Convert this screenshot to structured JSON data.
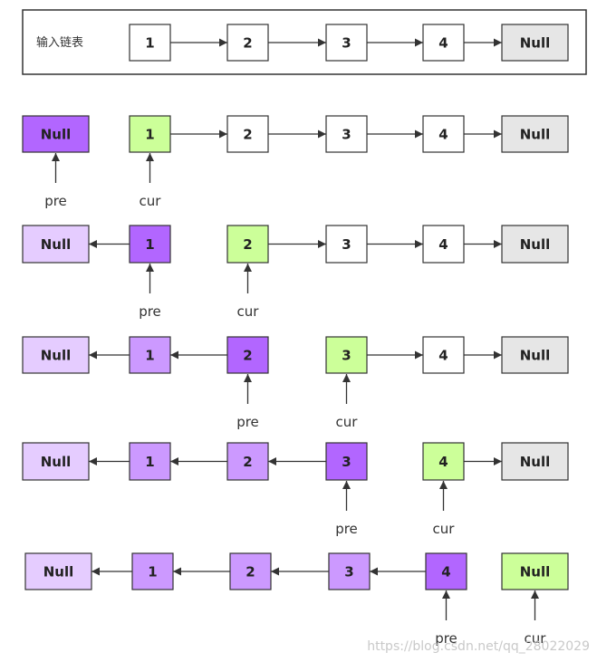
{
  "title": "输入链表",
  "watermark": "https://blog.csdn.net/qq_28022029",
  "colors": {
    "white": "#ffffff",
    "null_gray": "#e6e6e6",
    "cur_green": "#ccff99",
    "pre_purple": "#b266ff",
    "reversed_purple": "#cc99ff",
    "null_lavender": "#e5ccff",
    "stroke": "#333333"
  },
  "rows": [
    {
      "nodes": [
        {
          "label": "1",
          "fill": "white"
        },
        {
          "label": "2",
          "fill": "white"
        },
        {
          "label": "3",
          "fill": "white"
        },
        {
          "label": "4",
          "fill": "white"
        },
        {
          "label": "Null",
          "fill": "null_gray"
        }
      ],
      "arrows": [
        "right",
        "right",
        "right",
        "right"
      ],
      "pointers": []
    },
    {
      "nodes": [
        {
          "label": "Null",
          "fill": "pre_purple"
        },
        {
          "label": "1",
          "fill": "cur_green"
        },
        {
          "label": "2",
          "fill": "white"
        },
        {
          "label": "3",
          "fill": "white"
        },
        {
          "label": "4",
          "fill": "white"
        },
        {
          "label": "Null",
          "fill": "null_gray"
        }
      ],
      "arrows": [
        "none",
        "right",
        "right",
        "right",
        "right"
      ],
      "pointers": [
        {
          "label": "pre",
          "node": 0
        },
        {
          "label": "cur",
          "node": 1
        }
      ]
    },
    {
      "nodes": [
        {
          "label": "Null",
          "fill": "null_lavender"
        },
        {
          "label": "1",
          "fill": "pre_purple"
        },
        {
          "label": "2",
          "fill": "cur_green"
        },
        {
          "label": "3",
          "fill": "white"
        },
        {
          "label": "4",
          "fill": "white"
        },
        {
          "label": "Null",
          "fill": "null_gray"
        }
      ],
      "arrows": [
        "left",
        "none",
        "right",
        "right",
        "right"
      ],
      "pointers": [
        {
          "label": "pre",
          "node": 1
        },
        {
          "label": "cur",
          "node": 2
        }
      ]
    },
    {
      "nodes": [
        {
          "label": "Null",
          "fill": "null_lavender"
        },
        {
          "label": "1",
          "fill": "reversed_purple"
        },
        {
          "label": "2",
          "fill": "pre_purple"
        },
        {
          "label": "3",
          "fill": "cur_green"
        },
        {
          "label": "4",
          "fill": "white"
        },
        {
          "label": "Null",
          "fill": "null_gray"
        }
      ],
      "arrows": [
        "left",
        "left",
        "none",
        "right",
        "right"
      ],
      "pointers": [
        {
          "label": "pre",
          "node": 2
        },
        {
          "label": "cur",
          "node": 3
        }
      ]
    },
    {
      "nodes": [
        {
          "label": "Null",
          "fill": "null_lavender"
        },
        {
          "label": "1",
          "fill": "reversed_purple"
        },
        {
          "label": "2",
          "fill": "reversed_purple"
        },
        {
          "label": "3",
          "fill": "pre_purple"
        },
        {
          "label": "4",
          "fill": "cur_green"
        },
        {
          "label": "Null",
          "fill": "null_gray"
        }
      ],
      "arrows": [
        "left",
        "left",
        "left",
        "none",
        "right"
      ],
      "pointers": [
        {
          "label": "pre",
          "node": 3
        },
        {
          "label": "cur",
          "node": 4
        }
      ]
    },
    {
      "nodes": [
        {
          "label": "Null",
          "fill": "null_lavender"
        },
        {
          "label": "1",
          "fill": "reversed_purple"
        },
        {
          "label": "2",
          "fill": "reversed_purple"
        },
        {
          "label": "3",
          "fill": "reversed_purple"
        },
        {
          "label": "4",
          "fill": "pre_purple"
        },
        {
          "label": "Null",
          "fill": "cur_green"
        }
      ],
      "arrows": [
        "left",
        "left",
        "left",
        "left",
        "none"
      ],
      "pointers": [
        {
          "label": "pre",
          "node": 4
        },
        {
          "label": "cur",
          "node": 5
        }
      ]
    }
  ]
}
